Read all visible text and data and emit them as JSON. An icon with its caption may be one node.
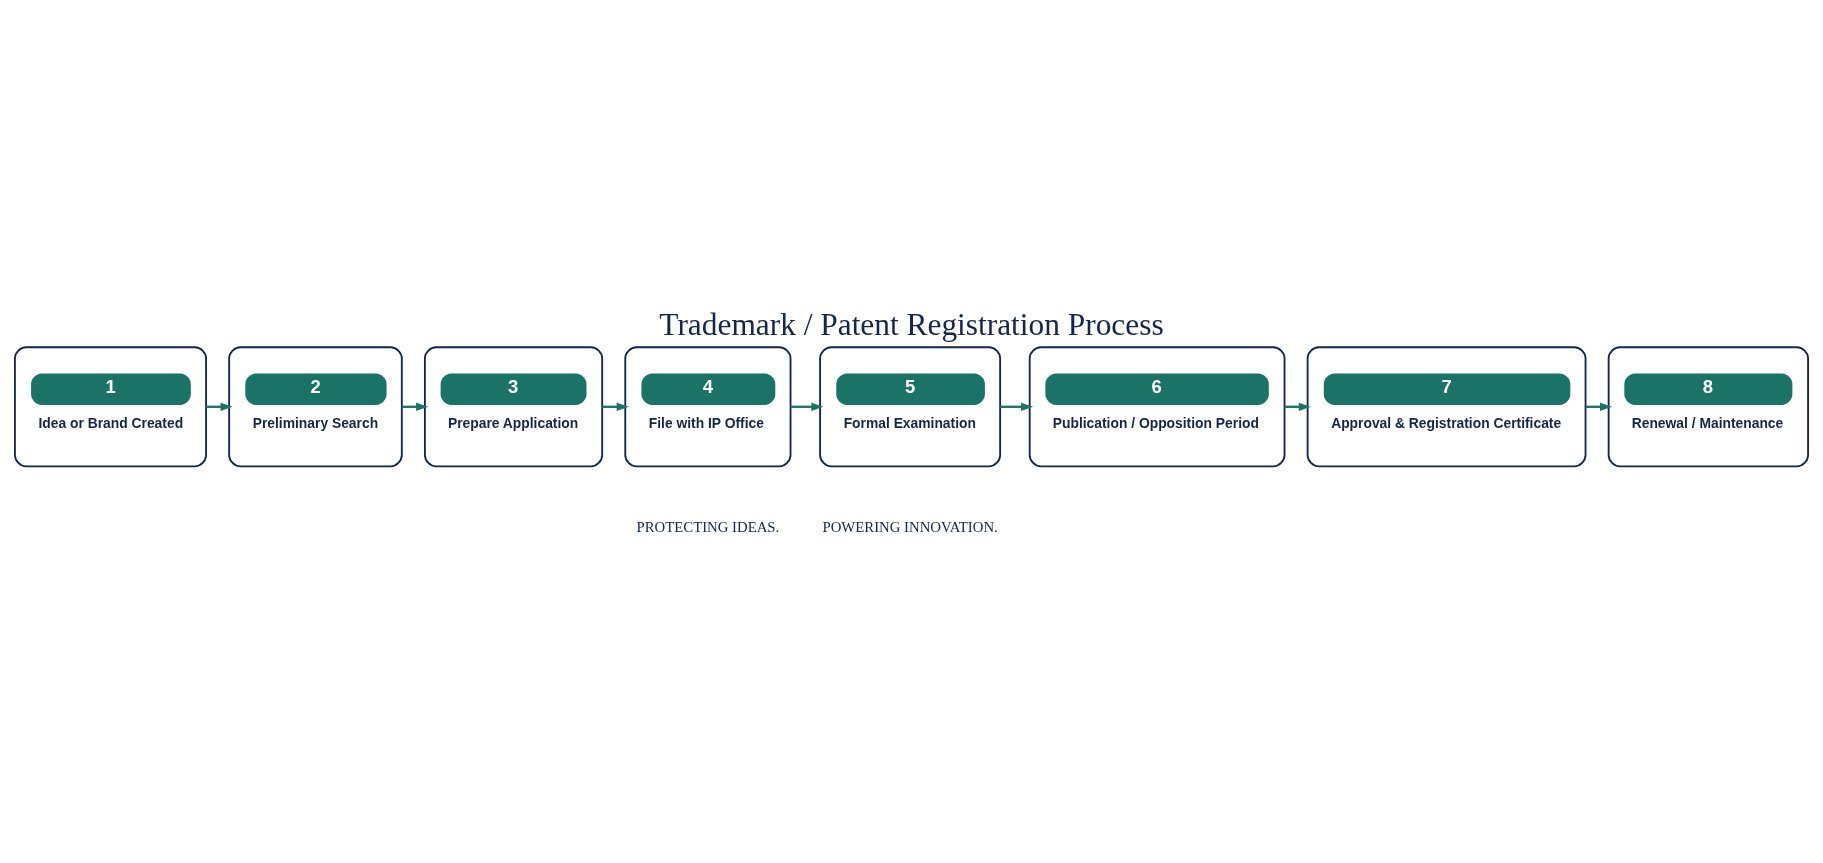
{
  "diagram": {
    "title": "Trademark / Patent Registration Process",
    "nodes": [
      {
        "text": [
          "1",
          "Idea or Brand Created"
        ]
      },
      {
        "text": [
          "2",
          "Preliminary Search"
        ]
      },
      {
        "text": [
          "3",
          "Prepare Application"
        ]
      },
      {
        "text": [
          "4",
          "File with IP Office"
        ]
      },
      {
        "text": [
          "5",
          "Formal Examination"
        ]
      },
      {
        "text": [
          "6",
          "Publication / Opposition Period"
        ]
      },
      {
        "text": [
          "7",
          "Approval & Registration Certificate"
        ]
      },
      {
        "text": [
          "8",
          "Renewal / Maintenance"
        ]
      }
    ],
    "edges": [
      {
        "from": 0,
        "to": 1,
        "arrow": "to"
      },
      {
        "from": 1,
        "to": 2,
        "arrow": "to"
      },
      {
        "from": 2,
        "to": 3,
        "arrow": "to"
      },
      {
        "from": 3,
        "to": 4,
        "arrow": "to"
      },
      {
        "from": 4,
        "to": 5,
        "arrow": "to"
      },
      {
        "from": 5,
        "to": 6,
        "arrow": "to"
      },
      {
        "from": 6,
        "to": 7,
        "arrow": "to"
      }
    ],
    "labels": [
      "PROTECTING IDEAS.",
      "POWERING INNOVATION."
    ]
  }
}
